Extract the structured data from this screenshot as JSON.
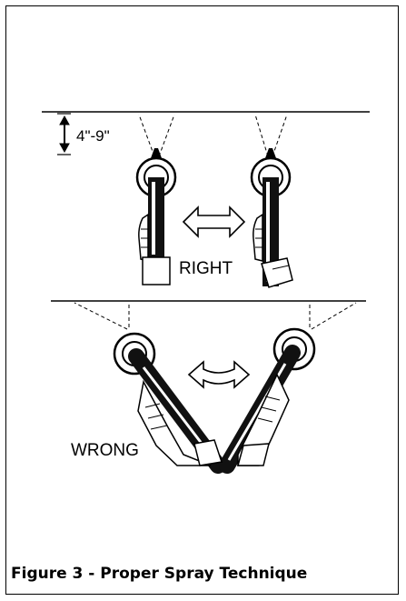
{
  "figure": {
    "distance_label": "4\"-9\"",
    "right_label": "RIGHT",
    "wrong_label": "WRONG",
    "caption": "Figure 3 - Proper Spray Technique"
  }
}
